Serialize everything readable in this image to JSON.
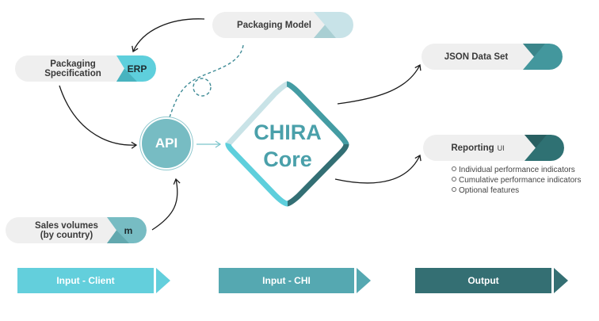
{
  "colors": {
    "pill_bg": "#efefef",
    "text_dark": "#3a3a3a",
    "client_cyan": "#63cfdc",
    "chi_teal": "#55a8b1",
    "output_dark": "#346f73",
    "api_fill": "#77bcc3",
    "core_text": "#4aa0aa",
    "core_light": "#c9e3e7",
    "core_cyan": "#5ecfdc",
    "core_teal": "#449ca3",
    "core_dark": "#336f74",
    "model_cap": "#c8e3e8",
    "model_cap_shade": "#a9cfd3",
    "json_cap": "#43979d",
    "reporting_cap": "#2f7173"
  },
  "nodes": {
    "packaging_model": {
      "label": "Packaging Model"
    },
    "packaging_spec": {
      "label": "Packaging Specification",
      "tag": "ERP"
    },
    "sales_volumes": {
      "label_line1": "Sales volumes",
      "label_line2": "(by country)",
      "tag": "m"
    },
    "api": {
      "label": "API"
    },
    "core": {
      "line1": "CHIRA",
      "line2": "Core"
    },
    "json_data_set": {
      "label": "JSON Data Set"
    },
    "reporting": {
      "label": "Reporting",
      "label_suffix": "UI",
      "bullets": [
        "Individual performance indicators",
        "Cumulative performance indicators",
        "Optional features"
      ]
    }
  },
  "phases": [
    {
      "label": "Input - Client"
    },
    {
      "label": "Input - CHI"
    },
    {
      "label": "Output"
    }
  ]
}
